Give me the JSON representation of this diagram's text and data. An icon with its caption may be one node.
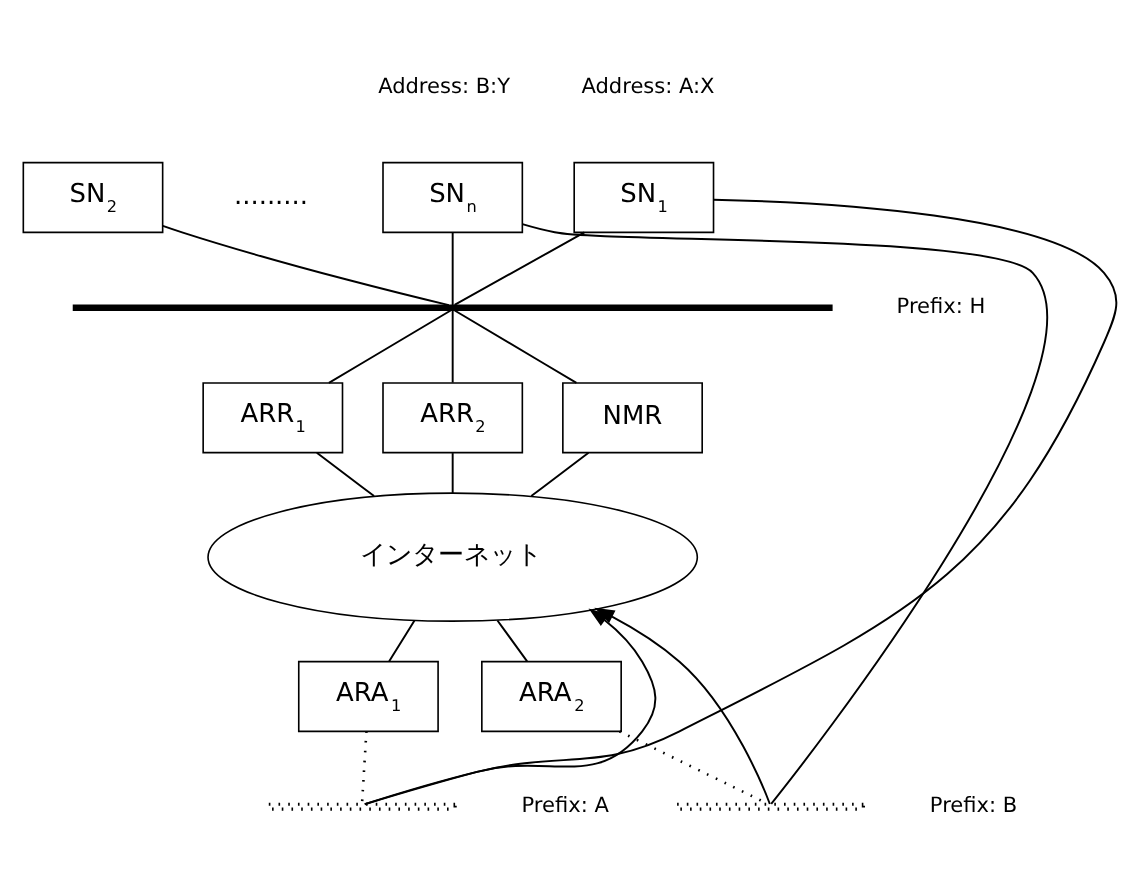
{
  "diagram": {
    "nodes": [
      {
        "text": [
          "SN$_{1}$"
        ],
        "beside": [
          "Address: A:X"
        ]
      },
      {
        "text": [
          "SN$_{2}$"
        ]
      },
      {
        "text": [
          "SN$_{n}$"
        ],
        "beside": [
          "Address: B:Y"
        ]
      },
      {
        "text": [],
        "shape": "bar",
        "beside": [
          "Prefix: H"
        ]
      },
      {
        "text": [
          "ARR$_{1}$"
        ]
      },
      {
        "text": [
          "ARR$_{2}$"
        ]
      },
      {
        "text": [
          "NMR"
        ]
      },
      {
        "text": [
          "インターネット"
        ]
      },
      {
        "text": [
          "ARA$_{1}$"
        ]
      },
      {
        "text": [
          "ARA$_{2}$"
        ]
      },
      {
        "text": [],
        "shape": "bar",
        "beside": [
          "Prefix: A"
        ]
      },
      {
        "text": [],
        "shape": "bar",
        "beside": [
          "Prefix: B"
        ]
      }
    ],
    "edges": [
      {
        "from": 0,
        "to": 3,
        "arrow": "none"
      },
      {
        "from": 1,
        "to": 3,
        "arrow": "none"
      },
      {
        "from": 2,
        "to": 3,
        "arrow": "none"
      },
      {
        "from": 3,
        "to": 4,
        "arrow": "none"
      },
      {
        "from": 3,
        "to": 5,
        "arrow": "none"
      },
      {
        "from": 3,
        "to": 6,
        "arrow": "none"
      },
      {
        "from": 4,
        "to": 7,
        "arrow": "none"
      },
      {
        "from": 5,
        "to": 7,
        "arrow": "none"
      },
      {
        "from": 6,
        "to": 7,
        "arrow": "none"
      },
      {
        "from": 7,
        "to": 8,
        "arrow": "none"
      },
      {
        "from": 7,
        "to": 9,
        "arrow": "none"
      },
      {
        "from": 8,
        "to": 10,
        "arrow": "none",
        "style": "dashed"
      },
      {
        "from": 9,
        "to": 11,
        "arrow": "none",
        "style": "dashed"
      },
      {
        "from": 0,
        "to": 10,
        "arrow": "none"
      },
      {
        "from": 10,
        "to": 7,
        "arrow": "to"
      },
      {
        "from": 2,
        "to": 11,
        "arrow": "none"
      },
      {
        "from": 11,
        "to": 7,
        "arrow": "to"
      }
    ],
    "labels": [
      "........."
    ]
  }
}
